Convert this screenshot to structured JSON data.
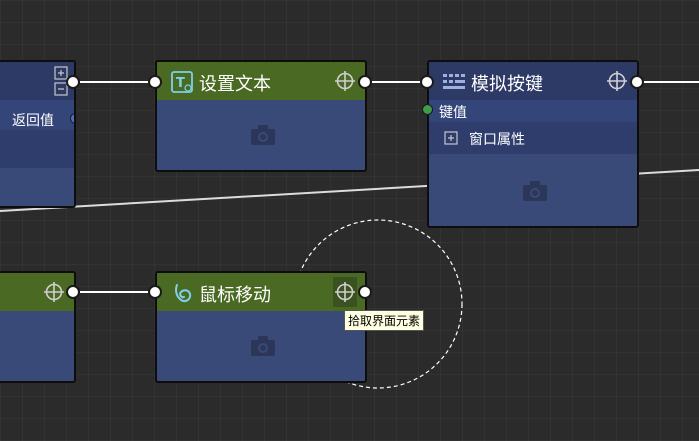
{
  "nodes": {
    "set_text": {
      "title": "设置文本"
    },
    "simulate_key": {
      "title": "模拟按键",
      "key_value_label": "键值",
      "window_property_label": "窗口属性"
    },
    "mouse_move": {
      "title": "鼠标移动"
    },
    "partial_left_top": {
      "return_value_label": "返回值"
    }
  },
  "tooltip": {
    "text": "拾取界面元素"
  },
  "icons": {
    "target": "crosshair-target-icon",
    "camera": "camera-icon",
    "expand": "expand-plus-icon",
    "collapse": "collapse-minus-icon",
    "text": "text-field-icon",
    "keyboard": "keyboard-icon",
    "mouse": "mouse-icon"
  },
  "colors": {
    "header_green": "#4a6a24",
    "header_blue": "#2e3a66",
    "body_blue": "#3a4a78",
    "port_green": "#3f9a4a",
    "port_blue": "#4a73c8"
  }
}
